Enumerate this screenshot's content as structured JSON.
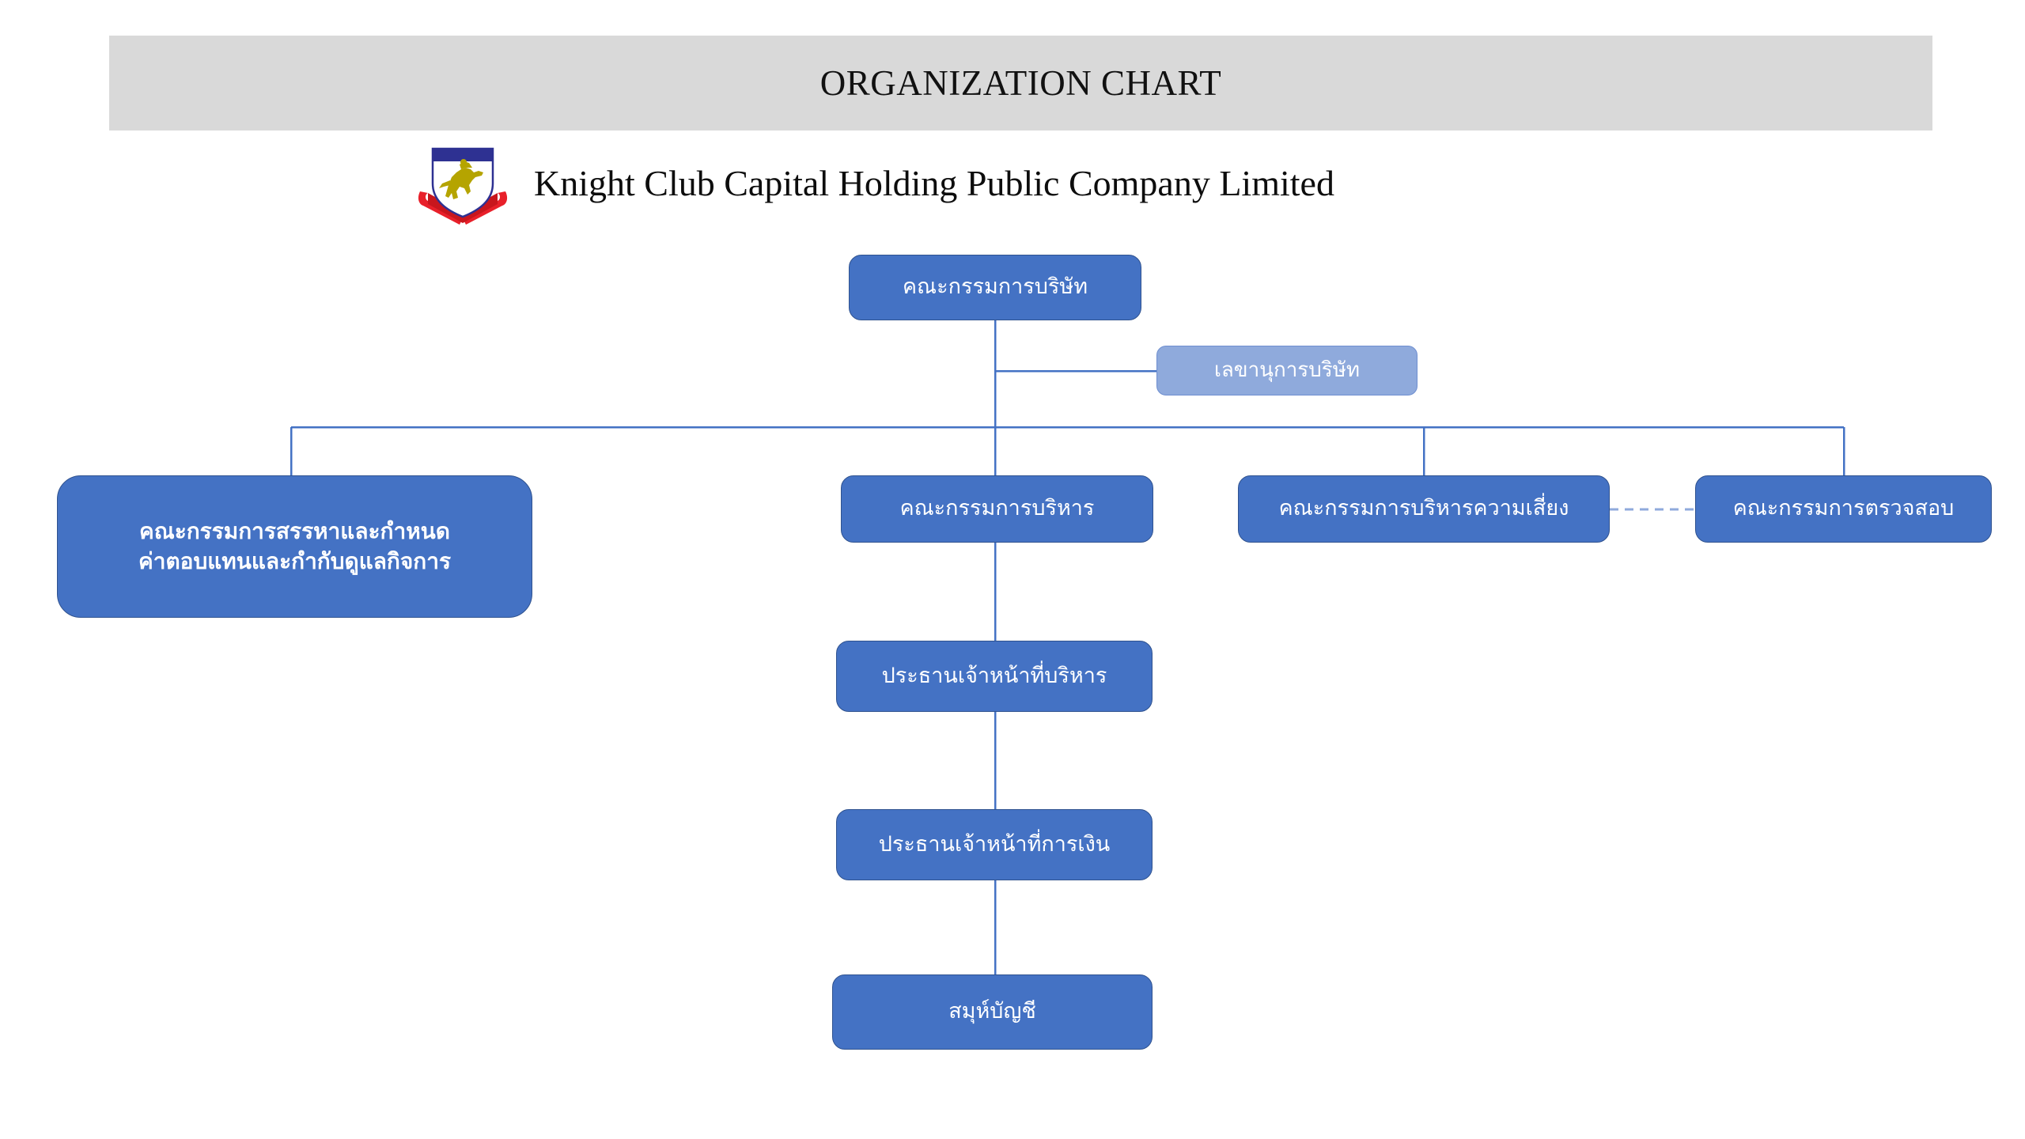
{
  "header": {
    "title": "ORGANIZATION CHART",
    "band_color": "#d9d9d9"
  },
  "company": {
    "name": "Knight Club Capital Holding Public Company Limited",
    "logo_icon": "knight-shield-logo",
    "logo_colors": {
      "shield_band": "#2e3192",
      "shield_body": "#ffffff",
      "knight": "#b5a400",
      "ribbon": "#e8202a"
    }
  },
  "palette": {
    "node_fill": "#4472c4",
    "node_border": "#2f528f",
    "node_light_fill": "#8faadc",
    "node_text": "#ffffff",
    "connector": "#4472c4",
    "dashed_connector": "#8faadc"
  },
  "chart_data": {
    "type": "diagram",
    "title": "ORGANIZATION CHART",
    "subtitle": "Knight Club Capital Holding Public Company Limited",
    "nodes": [
      {
        "id": "board",
        "label": "คณะกรรมการบริษัท",
        "level": 0,
        "style": "primary"
      },
      {
        "id": "secretary",
        "label": "เลขานุการบริษัท",
        "level": 1,
        "style": "light"
      },
      {
        "id": "nomination",
        "label_line1": "คณะกรรมการสรรหาและกำหนด",
        "label_line2": "ค่าตอบแทนและกำกับดูแลกิจการ",
        "level": 2,
        "style": "primary-bold"
      },
      {
        "id": "executive",
        "label": "คณะกรรมการบริหาร",
        "level": 2,
        "style": "primary"
      },
      {
        "id": "risk",
        "label": "คณะกรรมการบริหารความเสี่ยง",
        "level": 2,
        "style": "primary"
      },
      {
        "id": "audit",
        "label": "คณะกรรมการตรวจสอบ",
        "level": 2,
        "style": "primary"
      },
      {
        "id": "ceo",
        "label": "ประธานเจ้าหน้าที่บริหาร",
        "level": 3,
        "style": "primary"
      },
      {
        "id": "cfo",
        "label": "ประธานเจ้าหน้าที่การเงิน",
        "level": 4,
        "style": "primary"
      },
      {
        "id": "accountant",
        "label": "สมุห์บัญชี",
        "level": 5,
        "style": "primary"
      }
    ],
    "edges": [
      {
        "from": "board",
        "to": "secretary",
        "style": "solid"
      },
      {
        "from": "board",
        "to": "nomination",
        "style": "solid"
      },
      {
        "from": "board",
        "to": "executive",
        "style": "solid"
      },
      {
        "from": "board",
        "to": "risk",
        "style": "solid"
      },
      {
        "from": "board",
        "to": "audit",
        "style": "solid"
      },
      {
        "from": "executive",
        "to": "ceo",
        "style": "solid"
      },
      {
        "from": "ceo",
        "to": "cfo",
        "style": "solid"
      },
      {
        "from": "cfo",
        "to": "accountant",
        "style": "solid"
      },
      {
        "from": "risk",
        "to": "audit",
        "style": "dashed"
      }
    ]
  }
}
